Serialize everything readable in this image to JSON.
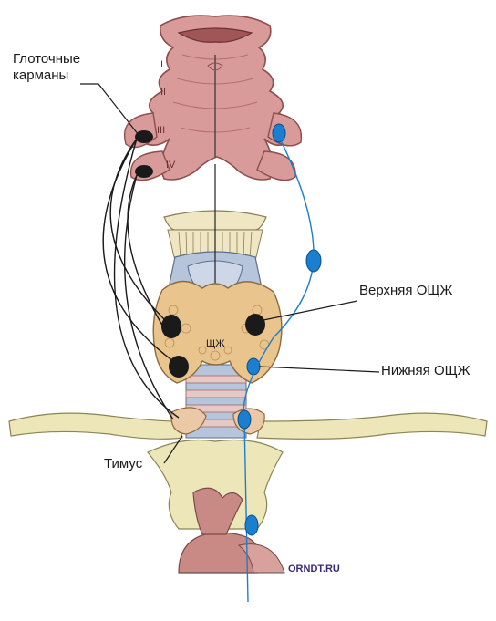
{
  "labels": {
    "pharyngeal_pouches_line1": "Глоточные",
    "pharyngeal_pouches_line2": "карманы",
    "superior_parathyroid": "Верхняя ОЩЖ",
    "inferior_parathyroid": "Нижняя ОЩЖ",
    "thymus": "Тимус",
    "thyroid": "ЩЖ"
  },
  "pouch_numerals": [
    "I",
    "II",
    "III",
    "IV"
  ],
  "watermark": "ORNDT.RU",
  "colors": {
    "pharynx": "#d99a9a",
    "pharynx_dark": "#b56f6f",
    "thyroid": "#e9c48d",
    "cartilage": "#b6c4dc",
    "bone": "#ece6b8",
    "aorta": "#c98a86",
    "parathyroid_dark": "#1a1a1a",
    "parathyroid_blue": "#1a7fd0",
    "migration_line": "#1a7fd0"
  }
}
